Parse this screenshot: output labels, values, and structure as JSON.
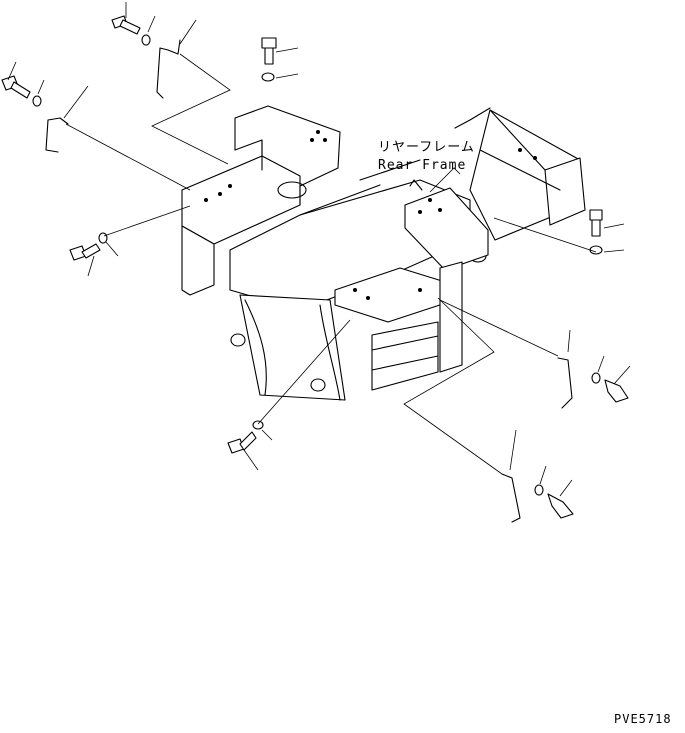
{
  "callout": {
    "name_jp": "リヤーフレーム",
    "name_en": "Rear Frame"
  },
  "drawing_code": "PVE5718"
}
